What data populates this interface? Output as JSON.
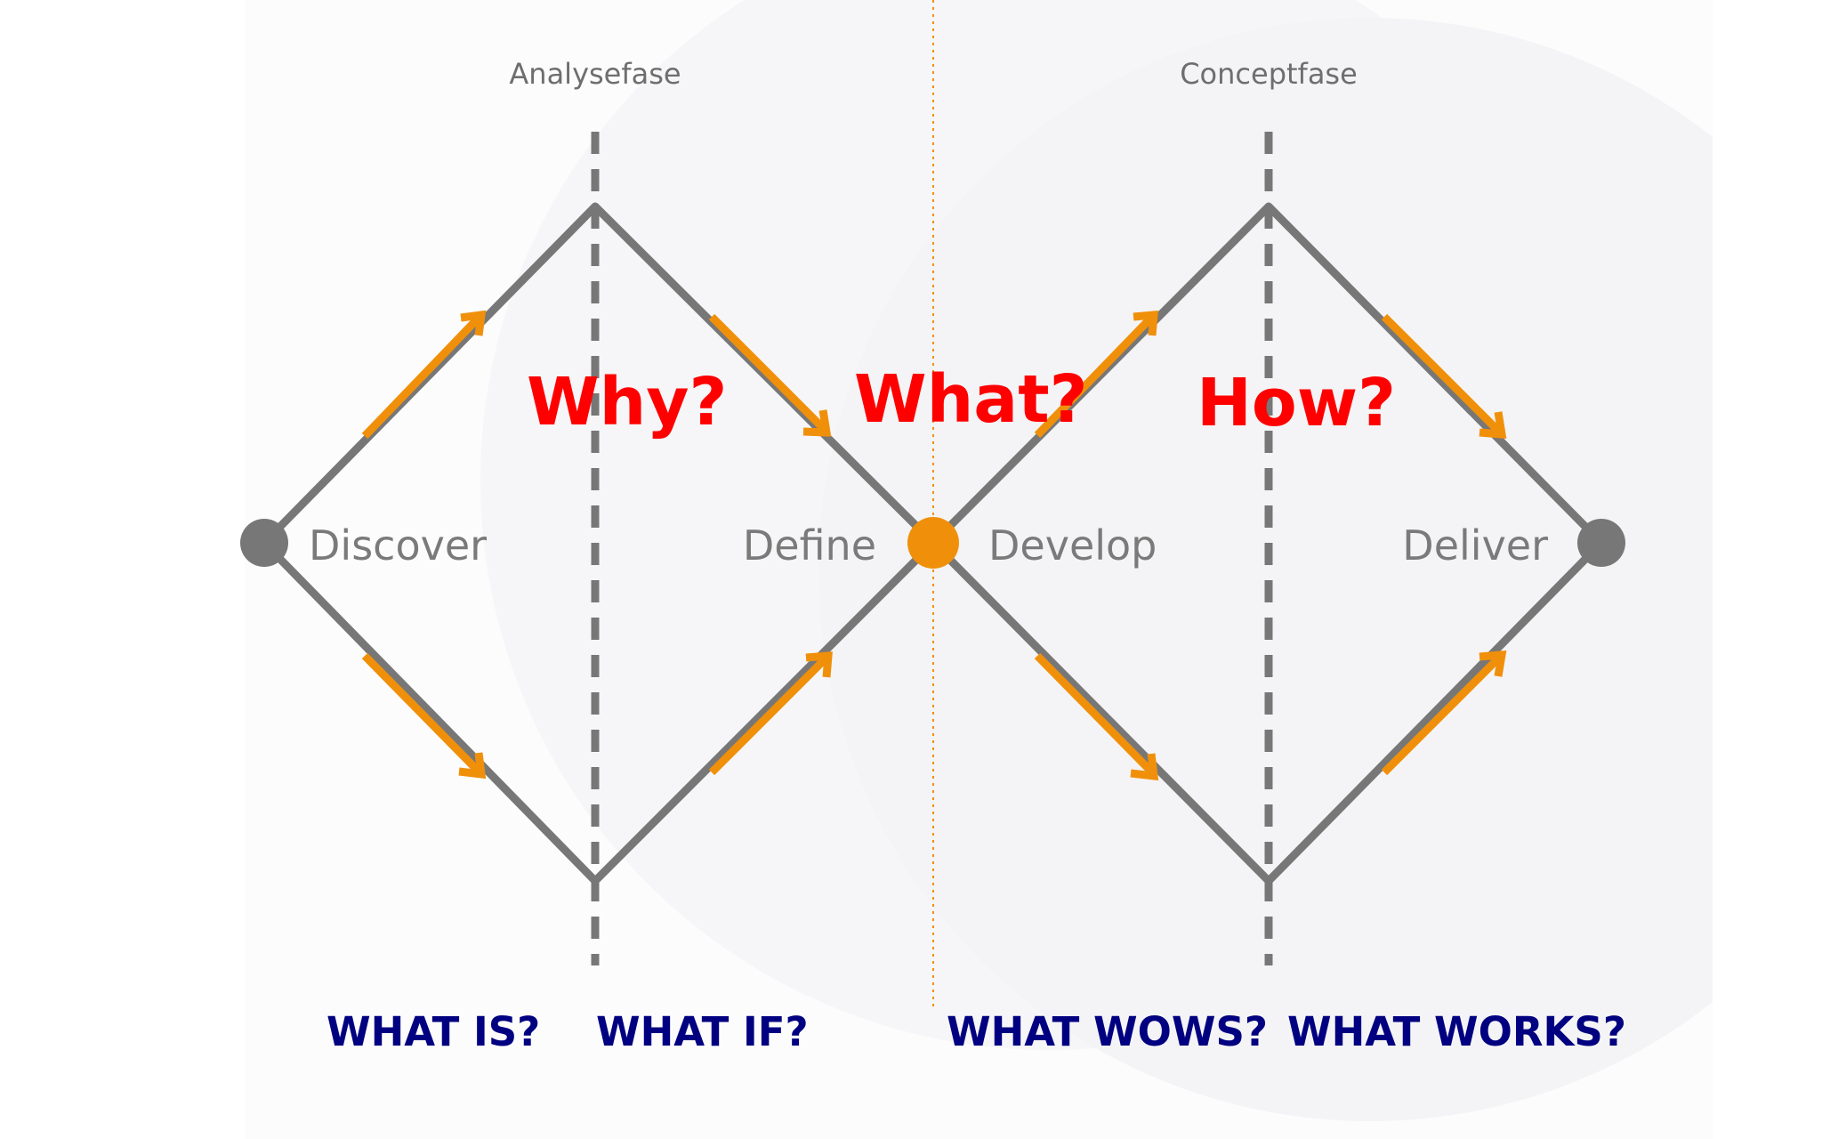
{
  "phases": {
    "left": "Analysefase",
    "right": "Conceptfase"
  },
  "stages": {
    "discover": "Discover",
    "define": "Define",
    "develop": "Develop",
    "deliver": "Deliver"
  },
  "questions": {
    "why": "Why?",
    "what": "What?",
    "how": "How?"
  },
  "bottom_questions": {
    "what_is": "WHAT IS?",
    "what_if": "WHAT IF?",
    "what_wows": "WHAT WOWS?",
    "what_works": "WHAT WORKS?"
  },
  "colors": {
    "diamond_line": "#777777",
    "arrow": "#f0900a",
    "center_node": "#f0900a",
    "end_node": "#777777",
    "red_question": "#ff0000",
    "blue_question": "#000080",
    "divider": "#f0900a"
  }
}
